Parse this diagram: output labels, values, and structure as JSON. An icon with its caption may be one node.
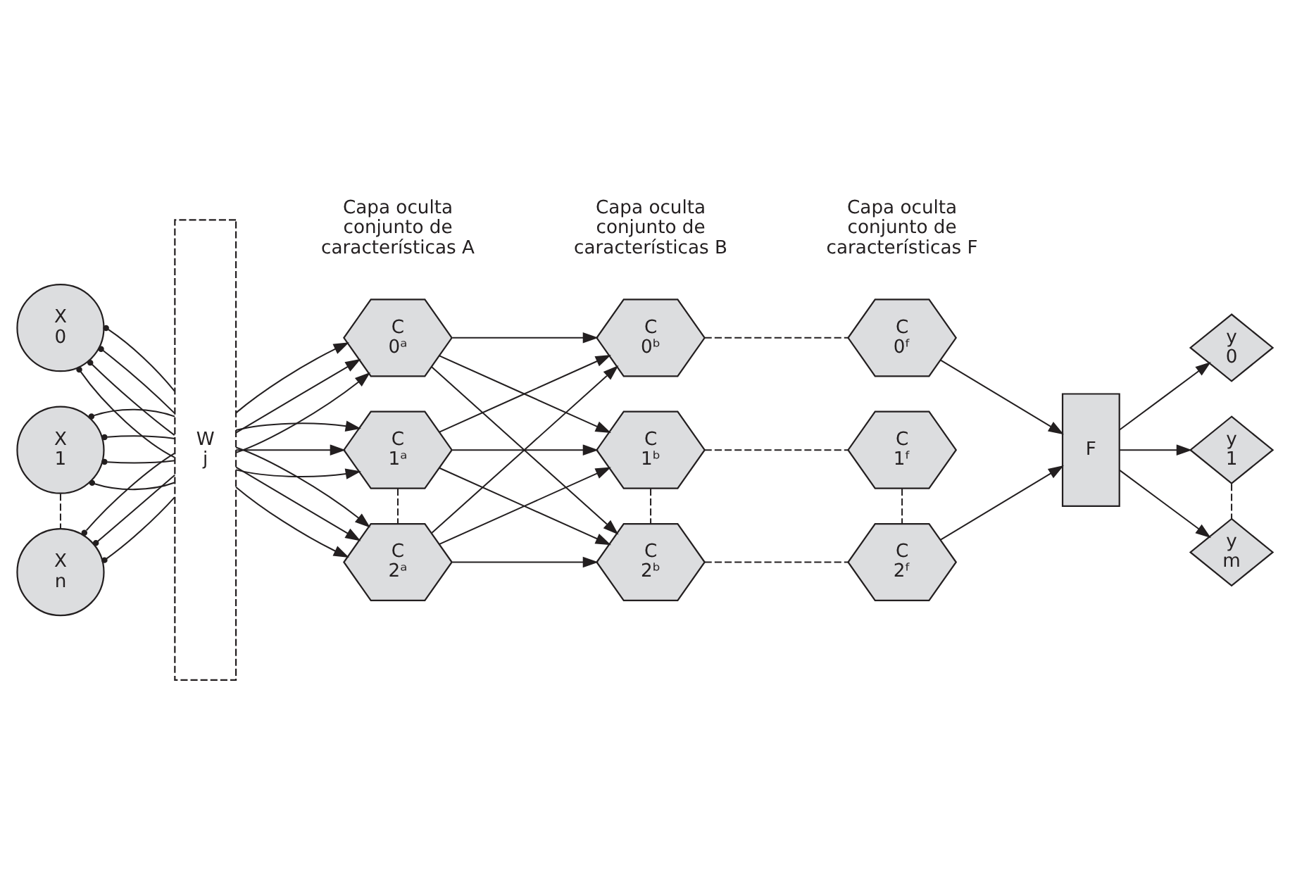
{
  "diagram": {
    "nodes": [
      {
        "text": [
          "X",
          "0"
        ]
      },
      {
        "text": [
          "X",
          "1"
        ]
      },
      {
        "text": [
          "X",
          "n"
        ]
      },
      {
        "text": [
          "W",
          "j"
        ]
      },
      {
        "text": [
          "C",
          "0ᵃ"
        ]
      },
      {
        "text": [
          "C",
          "1ᵃ"
        ]
      },
      {
        "text": [
          "C",
          "2ᵃ"
        ]
      },
      {
        "text": [
          "C",
          "0ᵇ"
        ]
      },
      {
        "text": [
          "C",
          "1ᵇ"
        ]
      },
      {
        "text": [
          "C",
          "2ᵇ"
        ]
      },
      {
        "text": [
          "C",
          "0ᶠ"
        ]
      },
      {
        "text": [
          "C",
          "1ᶠ"
        ]
      },
      {
        "text": [
          "C",
          "2ᶠ"
        ]
      },
      {
        "text": [
          "F"
        ]
      },
      {
        "text": [
          "y",
          "0"
        ]
      },
      {
        "text": [
          "y",
          "1"
        ]
      },
      {
        "text": [
          "y",
          "m"
        ]
      }
    ],
    "edges": [
      {
        "from": 3,
        "to": 0,
        "arrow": "other"
      },
      {
        "from": 3,
        "to": 0,
        "arrow": "other"
      },
      {
        "from": 3,
        "to": 0,
        "arrow": "other"
      },
      {
        "from": 3,
        "to": 0,
        "arrow": "other"
      },
      {
        "from": 3,
        "to": 1,
        "arrow": "other"
      },
      {
        "from": 3,
        "to": 1,
        "arrow": "other"
      },
      {
        "from": 3,
        "to": 1,
        "arrow": "other"
      },
      {
        "from": 3,
        "to": 1,
        "arrow": "other"
      },
      {
        "from": 3,
        "to": 2,
        "arrow": "other"
      },
      {
        "from": 3,
        "to": 2,
        "arrow": "other"
      },
      {
        "from": 3,
        "to": 2,
        "arrow": "other"
      },
      {
        "from": 1,
        "to": 2,
        "arrow": "none",
        "style": "dashed"
      },
      {
        "from": 3,
        "to": 4,
        "arrow": "to"
      },
      {
        "from": 3,
        "to": 4,
        "arrow": "to"
      },
      {
        "from": 3,
        "to": 4,
        "arrow": "to"
      },
      {
        "from": 3,
        "to": 5,
        "arrow": "to"
      },
      {
        "from": 3,
        "to": 5,
        "arrow": "to"
      },
      {
        "from": 3,
        "to": 5,
        "arrow": "to"
      },
      {
        "from": 3,
        "to": 6,
        "arrow": "to"
      },
      {
        "from": 3,
        "to": 6,
        "arrow": "to"
      },
      {
        "from": 3,
        "to": 6,
        "arrow": "to"
      },
      {
        "from": 5,
        "to": 6,
        "arrow": "none",
        "style": "dashed"
      },
      {
        "from": 4,
        "to": 7,
        "arrow": "to"
      },
      {
        "from": 4,
        "to": 8,
        "arrow": "to"
      },
      {
        "from": 4,
        "to": 9,
        "arrow": "to"
      },
      {
        "from": 5,
        "to": 7,
        "arrow": "to"
      },
      {
        "from": 5,
        "to": 8,
        "arrow": "to"
      },
      {
        "from": 5,
        "to": 9,
        "arrow": "to"
      },
      {
        "from": 6,
        "to": 7,
        "arrow": "to"
      },
      {
        "from": 6,
        "to": 8,
        "arrow": "to"
      },
      {
        "from": 6,
        "to": 9,
        "arrow": "to"
      },
      {
        "from": 8,
        "to": 9,
        "arrow": "none",
        "style": "dashed"
      },
      {
        "from": 7,
        "to": 10,
        "arrow": "none",
        "style": "dashed"
      },
      {
        "from": 8,
        "to": 11,
        "arrow": "none",
        "style": "dashed"
      },
      {
        "from": 9,
        "to": 12,
        "arrow": "none",
        "style": "dashed"
      },
      {
        "from": 11,
        "to": 12,
        "arrow": "none",
        "style": "dashed"
      },
      {
        "from": 10,
        "to": 13,
        "arrow": "to"
      },
      {
        "from": 12,
        "to": 13,
        "arrow": "to"
      },
      {
        "from": 13,
        "to": 14,
        "arrow": "to"
      },
      {
        "from": 13,
        "to": 15,
        "arrow": "to"
      },
      {
        "from": 13,
        "to": 16,
        "arrow": "to"
      },
      {
        "from": 15,
        "to": 16,
        "arrow": "none",
        "style": "dashed"
      }
    ],
    "labels": [
      "Capa oculta conjunto de características B",
      "Capa oculta conjunto de características A",
      "Capa oculta conjunto de características F"
    ]
  }
}
